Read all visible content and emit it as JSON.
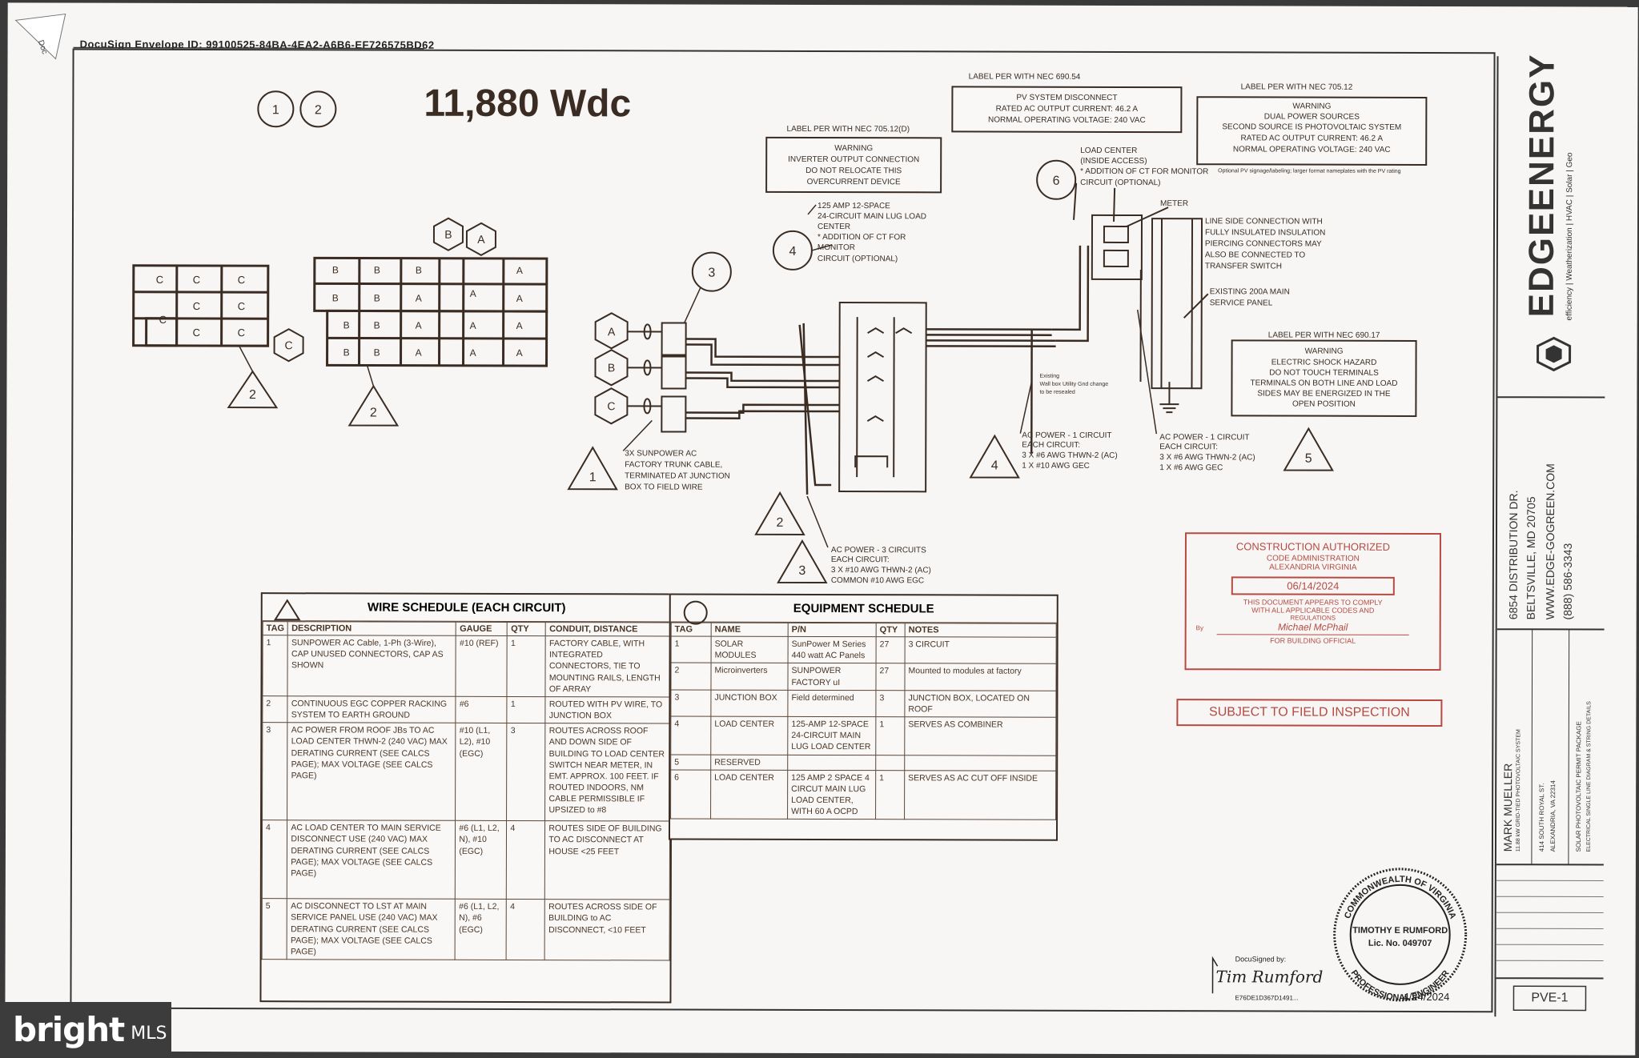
{
  "envelope_id": "DocuSign Envelope ID: 99100525-84BA-4EA2-A6B6-EF726575BD62",
  "power": "11,880 Wdc",
  "circle_tags": [
    "1",
    "2"
  ],
  "array_groups": {
    "c_label": "C",
    "b_label": "B",
    "a_label": "A",
    "hex_c": "C",
    "hex_b": "B",
    "hex_a": "A"
  },
  "callouts": {
    "tri_1": "1",
    "tri_2a": "2",
    "tri_2b": "2",
    "tri_2c": "2",
    "tri_3": "3",
    "tri_4": "4",
    "tri_5": "5",
    "circ_3": "3",
    "circ_4": "4",
    "circ_6": "6",
    "jb_a": "A",
    "jb_b": "B",
    "jb_c": "C"
  },
  "labels": {
    "warn_inverter_head": "LABEL PER WITH NEC 705.12(D)",
    "warn_inverter_title": "WARNING",
    "warn_inverter_l1": "INVERTER OUTPUT CONNECTION",
    "warn_inverter_l2": "DO NOT RELOCATE THIS",
    "warn_inverter_l3": "OVERCURRENT DEVICE",
    "pv_disc_head": "LABEL PER WITH NEC 690.54",
    "pv_disc_l1": "PV SYSTEM DISCONNECT",
    "pv_disc_l2": "RATED AC OUTPUT CURRENT: 46.2 A",
    "pv_disc_l3": "NORMAL OPERATING VOLTAGE: 240 VAC",
    "dual_head": "LABEL PER WITH NEC 705.12",
    "dual_title": "WARNING",
    "dual_l1": "DUAL POWER SOURCES",
    "dual_l2": "SECOND SOURCE IS PHOTOVOLTAIC SYSTEM",
    "dual_l3": "RATED AC OUTPUT CURRENT: 46.2 A",
    "dual_l4": "NORMAL OPERATING VOLTAGE: 240 VAC",
    "load_center_l1": "125 AMP 12-SPACE",
    "load_center_l2": "24-CIRCUIT MAIN LUG LOAD",
    "load_center_l3": "CENTER",
    "load_center_l4": "* ADDITION OF CT FOR",
    "load_center_l5": "MONITOR",
    "load_center_l6": "CIRCUIT (OPTIONAL)",
    "load_ctr_inside_l1": "LOAD CENTER",
    "load_ctr_inside_l2": "(INSIDE ACCESS)",
    "load_ctr_inside_l3": "* ADDITION OF CT FOR MONITOR",
    "load_ctr_inside_l4": "CIRCUIT (OPTIONAL)",
    "small_note": "Optional PV signage/labeling; larger format nameplates with the PV rating",
    "meter": "METER",
    "line_side_l1": "LINE SIDE CONNECTION WITH",
    "line_side_l2": "FULLY INSULATED INSULATION",
    "line_side_l3": "PIERCING CONNECTORS MAY",
    "line_side_l4": "ALSO BE CONNECTED TO",
    "line_side_l5": "TRANSFER SWITCH",
    "existing_service_l1": "EXISTING 200A MAIN",
    "existing_service_l2": "SERVICE PANEL",
    "shock_head": "LABEL PER WITH NEC 690.17",
    "shock_title": "WARNING",
    "shock_l1": "ELECTRIC SHOCK HAZARD",
    "shock_l2": "DO NOT TOUCH TERMINALS",
    "shock_l3": "TERMINALS ON BOTH LINE AND LOAD",
    "shock_l4": "SIDES MAY BE ENERGIZED IN THE",
    "shock_l5": "OPEN POSITION",
    "existing_ground_l1": "Existing",
    "existing_ground_l2": "Wall box Utility Gnd change",
    "existing_ground_l3": "to be resealed",
    "ac1_l1": "AC POWER - 1 CIRCUIT",
    "ac1_l2": "EACH CIRCUIT:",
    "ac1_l3": "3 X #6 AWG THWN-2 (AC)",
    "ac1_l4": "1 X #10 AWG GEC",
    "ac2_l1": "AC POWER - 1 CIRCUIT",
    "ac2_l2": "EACH CIRCUIT:",
    "ac2_l3": "3 X #6 AWG THWN-2 (AC)",
    "ac2_l4": "1 X #6 AWG GEC",
    "trunk_l1": "3X SUNPOWER AC",
    "trunk_l2": "FACTORY TRUNK CABLE,",
    "trunk_l3": "TERMINATED AT JUNCTION",
    "trunk_l4": "BOX TO FIELD WIRE",
    "ac3_l1": "AC POWER - 3 CIRCUITS",
    "ac3_l2": "EACH CIRCUIT:",
    "ac3_l3": "3 X #10 AWG THWN-2 (AC)",
    "ac3_l4": "COMMON #10 AWG EGC"
  },
  "wire_schedule": {
    "title": "WIRE SCHEDULE (EACH CIRCUIT)",
    "headers": [
      "TAG",
      "DESCRIPTION",
      "GAUGE",
      "QTY",
      "CONDUIT, DISTANCE"
    ],
    "rows": [
      [
        "1",
        "SUNPOWER AC Cable, 1-Ph (3-Wire), CAP UNUSED CONNECTORS, CAP AS SHOWN",
        "#10 (REF)",
        "1",
        "FACTORY CABLE, WITH INTEGRATED CONNECTORS, TIE TO MOUNTING RAILS, LENGTH OF ARRAY"
      ],
      [
        "2",
        "CONTINUOUS EGC COPPER RACKING SYSTEM TO EARTH GROUND",
        "#6",
        "1",
        "ROUTED WITH PV WIRE, TO JUNCTION BOX"
      ],
      [
        "3",
        "AC POWER FROM ROOF JBs TO AC LOAD CENTER THWN-2 (240 VAC) MAX DERATING CURRENT (SEE CALCS PAGE); MAX VOLTAGE (SEE CALCS PAGE)",
        "#10 (L1, L2), #10 (EGC)",
        "3",
        "ROUTES ACROSS ROOF AND DOWN SIDE OF BUILDING TO LOAD CENTER SWITCH NEAR METER, IN EMT. APPROX. 100 FEET. IF ROUTED INDOORS, NM CABLE PERMISSIBLE IF UPSIZED to #8"
      ],
      [
        "4",
        "AC LOAD CENTER TO MAIN SERVICE DISCONNECT USE (240 VAC) MAX DERATING CURRENT (SEE CALCS PAGE); MAX VOLTAGE (SEE CALCS PAGE)",
        "#6 (L1, L2, N), #10 (EGC)",
        "4",
        "ROUTES SIDE OF BUILDING TO AC DISCONNECT AT HOUSE <25 FEET"
      ],
      [
        "5",
        "AC DISCONNECT TO LST AT MAIN SERVICE PANEL USE (240 VAC) MAX DERATING CURRENT (SEE CALCS PAGE); MAX VOLTAGE (SEE CALCS PAGE)",
        "#6 (L1, L2, N), #6 (EGC)",
        "4",
        "ROUTES ACROSS SIDE OF BUILDING to AC DISCONNECT, <10 FEET"
      ]
    ]
  },
  "equipment_schedule": {
    "title": "EQUIPMENT SCHEDULE",
    "headers": [
      "TAG",
      "NAME",
      "P/N",
      "QTY",
      "NOTES"
    ],
    "rows": [
      [
        "1",
        "SOLAR MODULES",
        "SunPower M Series 440 watt AC Panels",
        "27",
        "3 CIRCUIT"
      ],
      [
        "2",
        "Microinverters",
        "SUNPOWER FACTORY uI",
        "27",
        "Mounted to modules at factory"
      ],
      [
        "3",
        "JUNCTION BOX",
        "Field determined",
        "3",
        "JUNCTION BOX, LOCATED ON ROOF"
      ],
      [
        "4",
        "LOAD CENTER",
        "125-AMP 12-SPACE 24-CIRCUIT MAIN LUG LOAD CENTER",
        "1",
        "SERVES AS COMBINER"
      ],
      [
        "5",
        "RESERVED",
        "",
        "",
        ""
      ],
      [
        "6",
        "LOAD CENTER",
        "125 AMP 2 SPACE 4 CIRCUT MAIN LUG LOAD CENTER, WITH 60 A OCPD",
        "1",
        "SERVES AS AC CUT OFF INSIDE"
      ]
    ]
  },
  "stamp": {
    "title": "CONSTRUCTION AUTHORIZED",
    "l1": "CODE ADMINISTRATION",
    "l2": "ALEXANDRIA VIRGINIA",
    "date": "06/14/2024",
    "l3": "THIS DOCUMENT APPEARS TO COMPLY",
    "l4": "WITH ALL APPLICABLE CODES AND",
    "l5": "REGULATIONS",
    "name": "Michael McPhail",
    "by": "By",
    "l6": "FOR BUILDING OFFICIAL"
  },
  "field_inspection": "SUBJECT TO FIELD INSPECTION",
  "seal": {
    "top": "COMMONWEALTH OF VIRGINIA",
    "name": "TIMOTHY E RUMFORD",
    "lic": "Lic. No. 049707",
    "bottom": "PROFESSIONAL ENGINEER"
  },
  "signature": {
    "docusigned": "DocuSigned by:",
    "sig": "Tim Rumford",
    "id": "E76DE1D367D1491...",
    "date": "4/24/2024"
  },
  "title_block": {
    "company_a": "EDGE",
    "company_b": "ENERGY",
    "tagline": "efficiency | Weatherization | HVAC | Solar | Geo",
    "addr1": "6854 DISTRIBUTION DR.",
    "addr2": "BELTSVILLE, MD 20705",
    "web": "WWW.EDGE-GOGREEN.COM",
    "phone": "(888) 586-3343",
    "client_name": "MARK MUELLER",
    "client_l1": "11.88 kW GRID-TIED PHOTOVOLTAIC SYSTEM",
    "client_l2": "414 SOUTH ROYAL ST.",
    "client_l3": "ALEXANDRIA, VA 22314",
    "desc_l1": "SOLAR PHOTOVOLTAIC PERMIT PACKAGE",
    "desc_l2": "ELECTRICAL SINGLE LINE DIAGRAM & STRING DETAILS",
    "sheet": "PVE-1"
  },
  "mls": {
    "brand": "bright",
    "suffix": "MLS"
  },
  "corner_tab": "Doc"
}
